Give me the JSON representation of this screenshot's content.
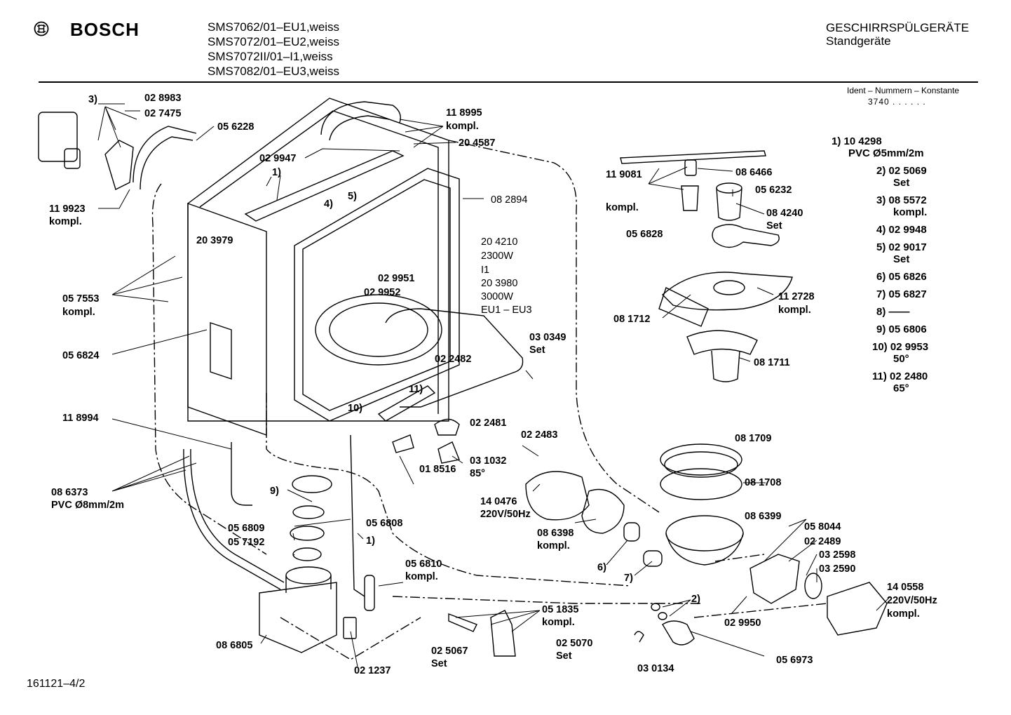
{
  "header": {
    "brand": "BOSCH",
    "models": [
      "SMS7062/01–EU1,weiss",
      "SMS7072/01–EU2,weiss",
      "SMS7072II/01–I1,weiss",
      "SMS7082/01–EU3,weiss"
    ],
    "category_title": "GESCHIRRSPÜLGERÄTE",
    "category_subtitle": "Standgeräte",
    "ident_label": "Ident – Nummern – Konstante",
    "ident_value": "3740 . . . . . ."
  },
  "legend": [
    {
      "key": "1)",
      "line1": "10 4298",
      "line2": "PVC Ø5mm/2m"
    },
    {
      "key": "2)",
      "line1": "02 5069",
      "line2": "Set"
    },
    {
      "key": "3)",
      "line1": "08 5572",
      "line2": "kompl."
    },
    {
      "key": "4)",
      "line1": "02 9948",
      "line2": ""
    },
    {
      "key": "5)",
      "line1": "02 9017",
      "line2": "Set"
    },
    {
      "key": "6)",
      "line1": "05 6826",
      "line2": ""
    },
    {
      "key": "7)",
      "line1": "05 6827",
      "line2": ""
    },
    {
      "key": "8)",
      "line1": "——",
      "line2": ""
    },
    {
      "key": "9)",
      "line1": "05 6806",
      "line2": ""
    },
    {
      "key": "10)",
      "line1": "02 9953",
      "line2": "50°"
    },
    {
      "key": "11)",
      "line1": "02 2480",
      "line2": "65°"
    }
  ],
  "callouts": {
    "c_028983": "02 8983",
    "c_027475": "02 7475",
    "c_056228": "05 6228",
    "c_3": "3)",
    "c_119923a": "11 9923",
    "c_119923b": "kompl.",
    "c_118995a": "11 8995",
    "c_118995b": "kompl.",
    "c_029947": "02 9947",
    "c_204587": "20 4587",
    "c_1_top": "1)",
    "c_4": "4)",
    "c_5": "5)",
    "c_082894": "08 2894",
    "c_203979": "20 3979",
    "c_029951": "02 9951",
    "c_029952": "02 9952",
    "c_heat1": "20 4210",
    "c_heat2": "2300W",
    "c_heat3": "I1",
    "c_heat4": "20 3980",
    "c_heat5": "3000W",
    "c_heat6": "EU1 – EU3",
    "c_057553a": "05 7553",
    "c_057553b": "kompl.",
    "c_056824": "05 6824",
    "c_030349a": "03 0349",
    "c_030349b": "Set",
    "c_022482": "02 2482",
    "c_11": "11)",
    "c_10": "10)",
    "c_118994": "11 8994",
    "c_022481": "02 2481",
    "c_022483": "02 2483",
    "c_031032a": "03 1032",
    "c_031032b": "85°",
    "c_018516": "01 8516",
    "c_086373a": "08 6373",
    "c_086373b": "PVC Ø8mm/2m",
    "c_9": "9)",
    "c_056808": "05 6808",
    "c_056809": "05 6809",
    "c_057192": "05 7192",
    "c_1_low": "1)",
    "c_140476a": "14 0476",
    "c_140476b": "220V/50Hz",
    "c_086398a": "08 6398",
    "c_086398b": "kompl.",
    "c_6": "6)",
    "c_7": "7)",
    "c_056810a": "05 6810",
    "c_056810b": "kompl.",
    "c_051835a": "05 1835",
    "c_051835b": "kompl.",
    "c_025067a": "02 5067",
    "c_025067b": "Set",
    "c_025070a": "02 5070",
    "c_025070b": "Set",
    "c_086805": "08 6805",
    "c_021237": "02 1237",
    "c_086466": "08 6466",
    "c_119081a": "11 9081",
    "c_119081b": "kompl.",
    "c_056232": "05 6232",
    "c_084240a": "08 4240",
    "c_084240b": "Set",
    "c_056828": "05 6828",
    "c_112728a": "11 2728",
    "c_112728b": "kompl.",
    "c_081712": "08 1712",
    "c_081711": "08 1711",
    "c_081709": "08 1709",
    "c_081708": "08 1708",
    "c_086399": "08 6399",
    "c_058044": "05 8044",
    "c_022489": "02 2489",
    "c_032598": "03 2598",
    "c_032590": "03 2590",
    "c_140558a": "14 0558",
    "c_140558b": "220V/50Hz",
    "c_140558c": "kompl.",
    "c_2": "2)",
    "c_029950": "02 9950",
    "c_030134": "03 0134",
    "c_056973": "05 6973"
  },
  "footer": {
    "drawing_number": "161121–4/2"
  }
}
